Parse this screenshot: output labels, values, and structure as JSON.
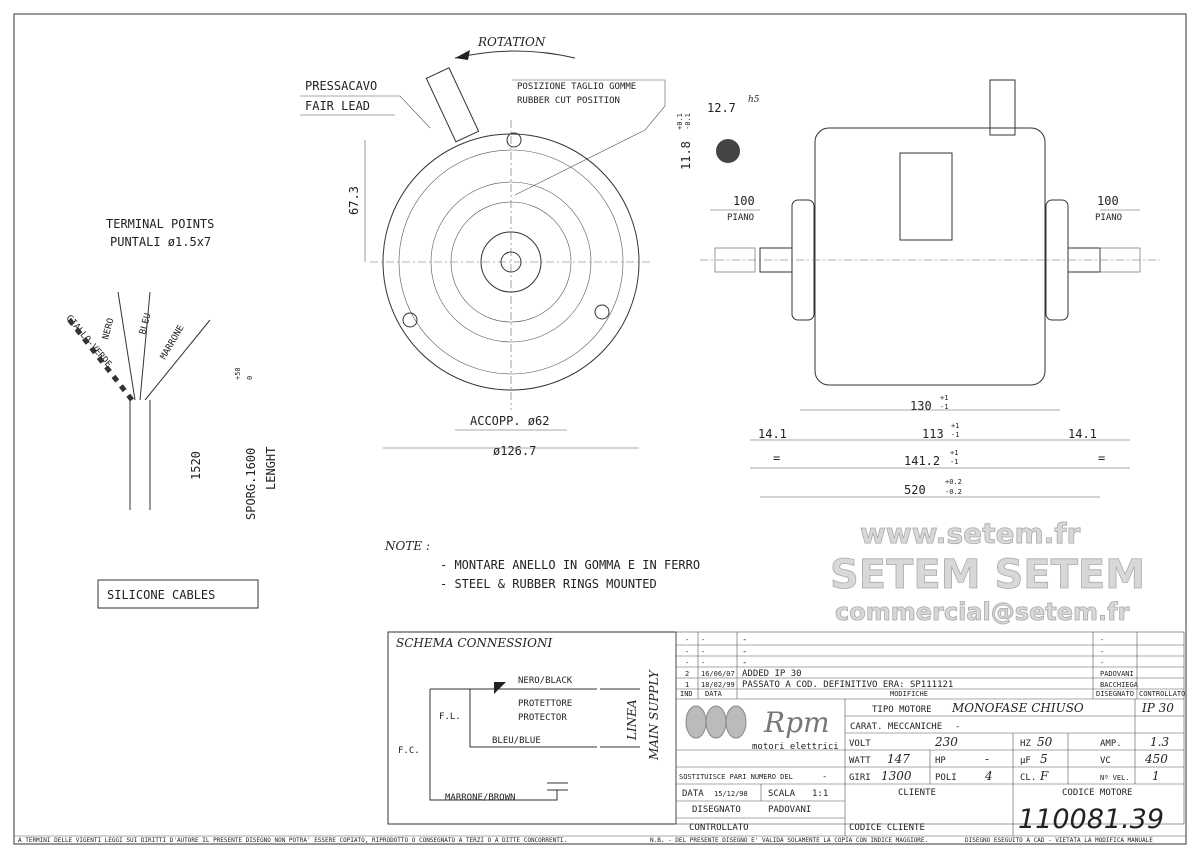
{
  "drawing": {
    "rotation": "ROTATION",
    "fair_lead": [
      "PRESSACAVO",
      "FAIR LEAD"
    ],
    "rubber_cut": [
      "POSIZIONE TAGLIO GOMME",
      "RUBBER CUT POSITION"
    ],
    "shaft_dia": "12.7",
    "shaft_tol": "h5",
    "key_dim": "11.8",
    "key_tol": [
      "+0.1",
      "-0.1"
    ],
    "dim_67": "67.3",
    "terminal": [
      "TERMINAL POINTS",
      "PUNTALI ø1.5x7"
    ],
    "wires": [
      "NERO",
      "BLEU",
      "MARRONE",
      "GIALLO-VERDE"
    ],
    "dim_1520": "1520",
    "sporg": "SPORG.1600",
    "sporg_tol": [
      "+50",
      "0"
    ],
    "lenght": "LENGHT",
    "silicone": "SILICONE CABLES",
    "accopp": "ACCOPP. ø62",
    "dia_126": "ø126.7",
    "piano_dim": "100",
    "piano": "PIANO",
    "dim_130": "130",
    "dim_113": "113",
    "dim_141": "141.2",
    "tol_1": [
      "+1",
      "-1"
    ],
    "dim_520": "520",
    "tol_02": [
      "+0.2",
      "-0.2"
    ],
    "dim_14": "14.1",
    "eq": "=",
    "note_title": "NOTE :",
    "notes": [
      "- MONTARE ANELLO IN GOMMA E IN FERRO",
      "- STEEL & RUBBER RINGS MOUNTED"
    ]
  },
  "watermark": [
    "www.setem.fr",
    "SETEM SETEM",
    "commercial@setem.fr"
  ],
  "schema": {
    "title": "SCHEMA CONNESSIONI",
    "nero": "NERO/BLACK",
    "protettore": "PROTETTORE",
    "protector": "PROTECTOR",
    "bleu": "BLEU/BLUE",
    "marrone": "MARRONE/BROWN",
    "fl": "F.L.",
    "fc": "F.C.",
    "linea": "LINEA",
    "main_supply": "MAIN SUPPLY"
  },
  "revisions": {
    "rows": [
      {
        "ind": "-",
        "data": "-",
        "mod": "-",
        "dis": "-",
        "ctrl": ""
      },
      {
        "ind": "-",
        "data": "-",
        "mod": "-",
        "dis": "-",
        "ctrl": ""
      },
      {
        "ind": "-",
        "data": "-",
        "mod": "-",
        "dis": "-",
        "ctrl": ""
      },
      {
        "ind": "2",
        "data": "16/06/07",
        "mod": "ADDED IP 30",
        "dis": "PADOVANI",
        "ctrl": ""
      },
      {
        "ind": "1",
        "data": "18/02/99",
        "mod": "PASSATO A COD. DEFINITIVO ERA: SP111121",
        "dis": "BACCHIEGA",
        "ctrl": ""
      }
    ],
    "headers": {
      "ind": "IND",
      "data": "DATA",
      "mod": "MODIFICHE",
      "dis": "DISEGNATO",
      "ctrl": "CONTROLLATO"
    }
  },
  "logo": {
    "name": "Rpm",
    "sub": "motori elettrici"
  },
  "title_block": {
    "tipo_label": "TIPO MOTORE",
    "tipo": "MONOFASE CHIUSO",
    "ip": "IP 30",
    "carat_label": "CARAT. MECCANICHE",
    "carat": "-",
    "volt_l": "VOLT",
    "volt": "230",
    "hz_l": "HZ",
    "hz": "50",
    "amp_l": "AMP.",
    "amp": "1.3",
    "watt_l": "WATT",
    "watt": "147",
    "hp_l": "HP",
    "hp": "-",
    "uf_l": "µF",
    "uf": "5",
    "vc_l": "VC",
    "vc": "450",
    "giri_l": "GIRI",
    "giri": "1300",
    "poli_l": "POLI",
    "poli": "4",
    "cl_l": "CL.",
    "cl": "F",
    "vel_l": "Nº VEL.",
    "vel": "1",
    "sost_l": "SOSTITUISCE PARI NUMERO DEL",
    "sost": "-",
    "data_l": "DATA",
    "data": "15/12/98",
    "scala_l": "SCALA",
    "scala": "1:1",
    "dis_l": "DISEGNATO",
    "dis": "PADOVANI",
    "ctrl_l": "CONTROLLATO",
    "cliente_l": "CLIENTE",
    "codcli_l": "CODICE CLIENTE",
    "codmot_l": "CODICE MOTORE",
    "codmot": "110081.39"
  },
  "footer": [
    "A TERMINI DELLE VIGENTI LEGGI SUI DIRITTI D'AUTORE IL PRESENTE DISEGNO NON POTRA' ESSERE COPIATO, RIPRODOTTO O CONSEGNATO A TERZI O A DITTE CONCORRENTI.",
    "N.B. - DEL PRESENTE DISEGNO E' VALIDA SOLAMENTE LA COPIA CON INDICE MAGGIORE.",
    "DISEGNO ESEGUITO A CAD - VIETATA LA MODIFICA MANUALE"
  ]
}
